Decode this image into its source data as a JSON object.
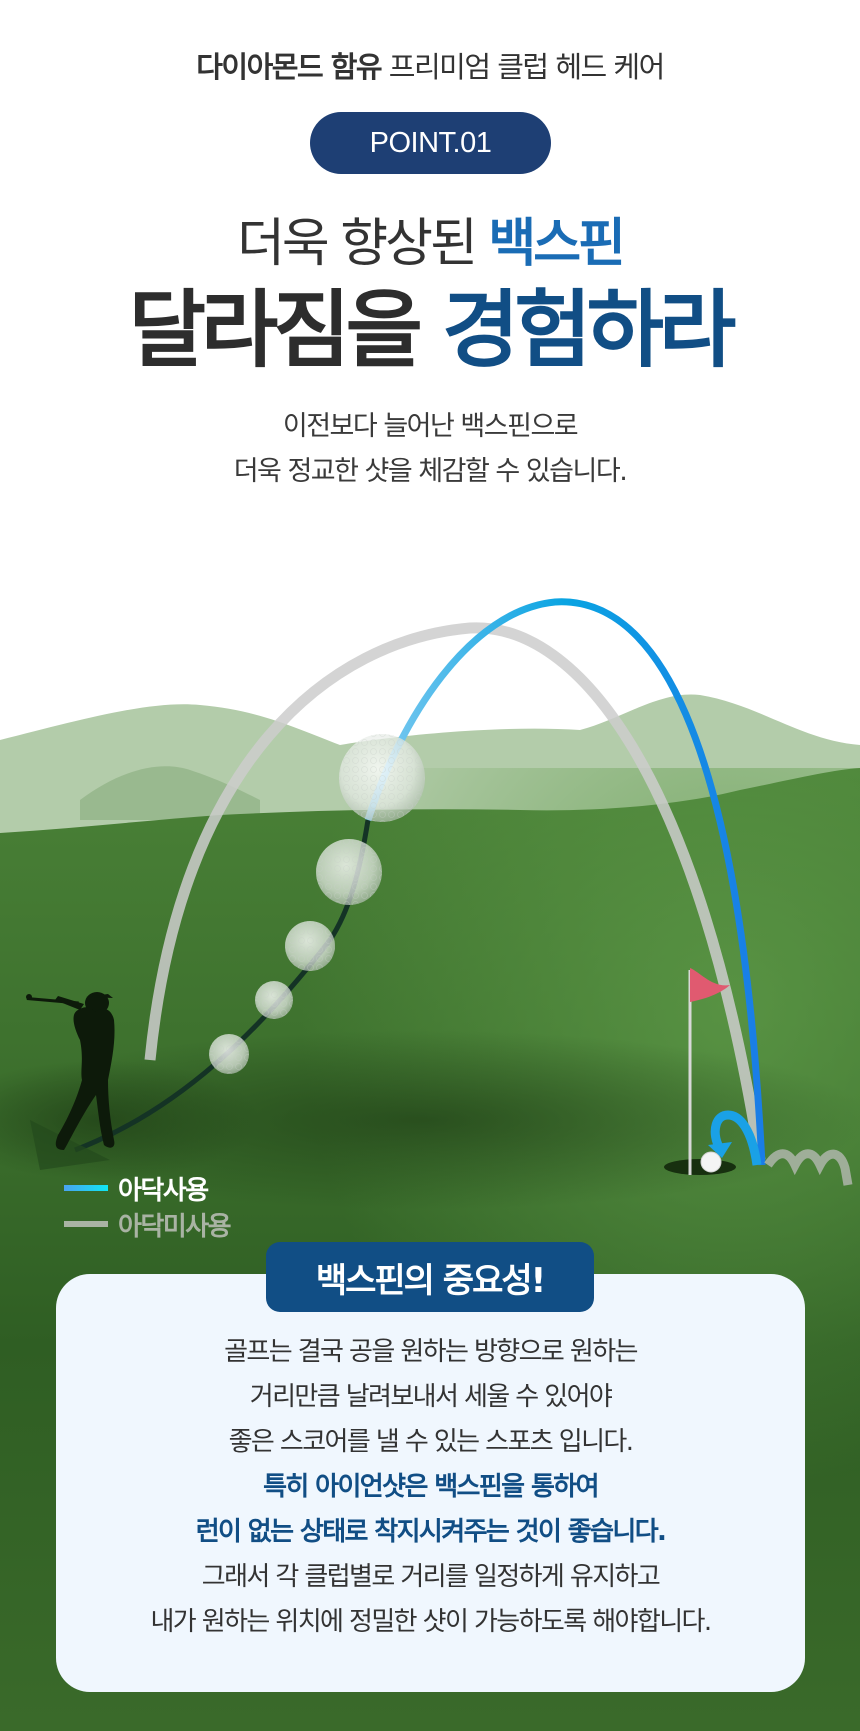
{
  "header": {
    "eyebrow_bold": "다이아몬드 함유",
    "eyebrow_rest": " 프리미엄 클럽 헤드 케어",
    "point_label": "POINT.01"
  },
  "headline": {
    "line1_plain": "더욱 향상된 ",
    "line1_accent": "백스핀",
    "line2_plain": "달라짐을 ",
    "line2_accent": "경험하라"
  },
  "subcopy": {
    "line1": "이전보다 늘어난 백스핀으로",
    "line2": "더욱 정교한 샷을 체감할 수 있습니다."
  },
  "illustration": {
    "subject": "golfer-swing-with-ball-trajectories",
    "elements": [
      "golfer-silhouette",
      "golf-ball-sequence",
      "backspin-trajectory",
      "standard-trajectory",
      "flagstick",
      "hole",
      "spin-arrow"
    ]
  },
  "legend": {
    "items": [
      {
        "label": "아닥사용",
        "color": "#10e6f2"
      },
      {
        "label": "아닥미사용",
        "color": "#a9b3a4"
      }
    ]
  },
  "card": {
    "title": "백스핀의 중요성!",
    "lines": [
      {
        "text": "골프는 결국 공을 원하는 방향으로 원하는",
        "emphasis": false
      },
      {
        "text": "거리만큼 날려보내서 세울 수 있어야",
        "emphasis": false
      },
      {
        "text": "좋은 스코어를 낼 수 있는 스포츠 입니다.",
        "emphasis": false
      },
      {
        "text": "특히 아이언샷은 백스핀을 통하여",
        "emphasis": true
      },
      {
        "text": "런이 없는 상태로 착지시켜주는 것이 좋습니다.",
        "emphasis": true
      },
      {
        "text": "그래서 각 클럽별로 거리를 일정하게 유지하고",
        "emphasis": false
      },
      {
        "text": "내가 원하는 위치에 정밀한 샷이 가능하도록 해야합니다.",
        "emphasis": false
      }
    ]
  },
  "colors": {
    "navy": "#1e3f74",
    "accent_blue": "#1a6cb5",
    "deep_blue": "#114e85",
    "grass": "#3f7430",
    "card_bg": "#f0f7fe",
    "flag": "#e05a70"
  }
}
